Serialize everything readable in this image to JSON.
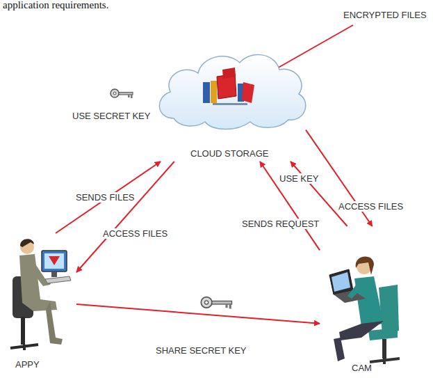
{
  "diagram": {
    "nodes": [
      {
        "text": [
          "CLOUD STORAGE"
        ]
      },
      {
        "text": [
          "APPY"
        ]
      },
      {
        "text": [
          "CAM"
        ]
      }
    ],
    "edges": [
      {
        "from": 1,
        "to": 0,
        "label": "SENDS FILES",
        "arrow": "to"
      },
      {
        "from": 0,
        "to": 1,
        "label": "ACCESS FILES",
        "arrow": "to"
      },
      {
        "from": 1,
        "to": 2,
        "label": "SHARE SECRET KEY",
        "arrow": "to"
      },
      {
        "from": 2,
        "to": 0,
        "label": "SENDS REQUEST",
        "arrow": "to"
      },
      {
        "from": 2,
        "to": 0,
        "label": "USE KEY",
        "arrow": "to"
      },
      {
        "from": 0,
        "to": 2,
        "label": "ACCESS FILES",
        "arrow": "to"
      }
    ],
    "labels": [
      "application requirements.",
      "ENCRYPTED FILES",
      "USE SECRET KEY"
    ]
  }
}
